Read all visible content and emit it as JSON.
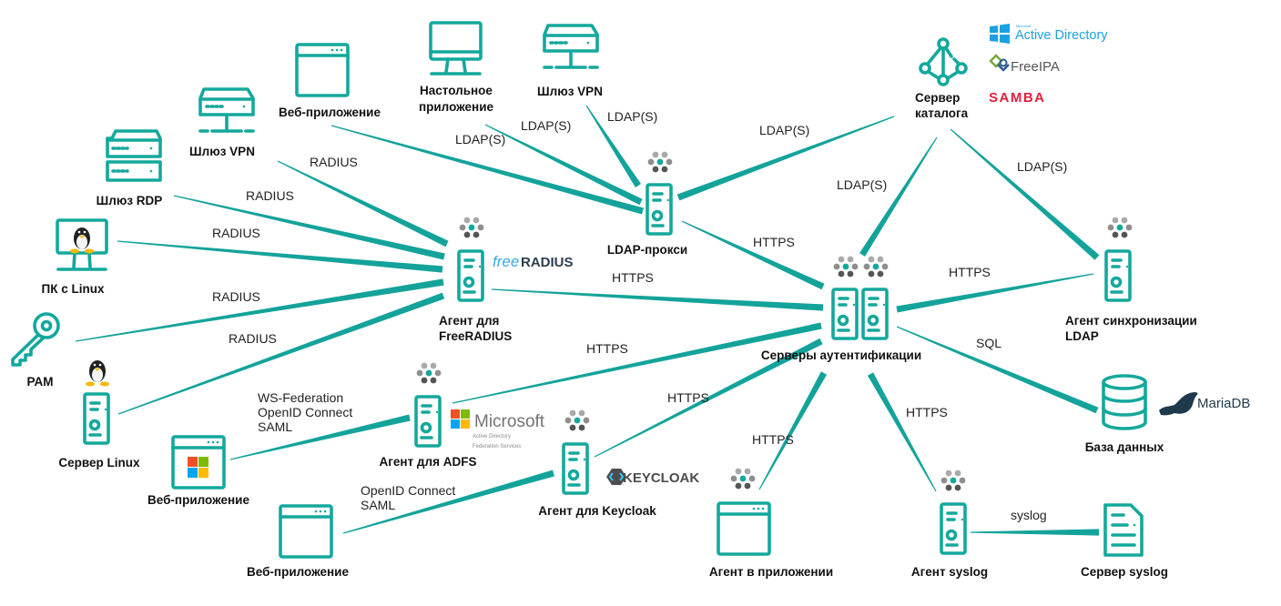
{
  "title": "Схема интеграции сервера аутентификации",
  "colors": {
    "accent": "#14a89c",
    "edge": "#14a39a",
    "label": "#111111",
    "dot_light": "#a7a7a7",
    "dot_dark": "#5c5c5c",
    "ad_blue": "#1ba1e2",
    "samba_red": "#e0203c",
    "freeradius_blue": "#3aa9e0",
    "freeradius_dark": "#2b3e50"
  },
  "nodes": {
    "web_app_top": {
      "label": [
        "Веб-приложение"
      ],
      "icon": "browser-window-icon"
    },
    "desktop_app": {
      "label": [
        "Настольное",
        "приложение"
      ],
      "icon": "monitor-icon"
    },
    "vpn_top": {
      "label": [
        "Шлюз VPN"
      ],
      "icon": "network-gateway-icon"
    },
    "vpn_left": {
      "label": [
        "Шлюз VPN"
      ],
      "icon": "network-gateway-icon"
    },
    "rdp": {
      "label": [
        "Шлюз RDP"
      ],
      "icon": "server-rack-icon"
    },
    "linux_pc": {
      "label": [
        "ПК с Linux"
      ],
      "icon": "monitor-linux-icon"
    },
    "pam": {
      "label": [
        "PAM"
      ],
      "icon": "key-icon"
    },
    "linux_server": {
      "label": [
        "Сервер Linux"
      ],
      "icon": "server-tower-icon"
    },
    "web_app_ms": {
      "label": [
        "Веб-приложение"
      ],
      "icon": "browser-windows-icon"
    },
    "web_app_bottom": {
      "label": [
        "Веб-приложение"
      ],
      "icon": "browser-window-icon"
    },
    "freeradius_agent": {
      "label": [
        "Агент для",
        "FreeRADIUS"
      ],
      "icon": "server-tower-icon",
      "logo": "freeRADIUS"
    },
    "ldap_proxy": {
      "label": [
        "LDAP-прокси"
      ],
      "icon": "server-tower-icon"
    },
    "adfs_agent": {
      "label": [
        "Агент для ADFS"
      ],
      "icon": "server-tower-icon",
      "logo": {
        "name": "Microsoft",
        "sub": [
          "Active Directory",
          "Federation Services"
        ]
      }
    },
    "keycloak_agent": {
      "label": [
        "Агент для Keycloak"
      ],
      "icon": "server-tower-icon",
      "logo": "KEYCLOAK"
    },
    "auth_servers": {
      "label": [
        "Серверы аутентификации"
      ],
      "icon": "server-pair-icon"
    },
    "directory": {
      "label": [
        "Сервер",
        "каталога"
      ],
      "icon": "directory-tree-icon",
      "logos": [
        "Active Directory",
        "FreeIPA",
        "SAMBA"
      ],
      "ad_small": "Microsoft"
    },
    "ldap_sync": {
      "label": [
        "Агент синхронизации",
        "LDAP"
      ],
      "icon": "server-tower-icon"
    },
    "database": {
      "label": [
        "База данных"
      ],
      "icon": "database-icon",
      "logo": "MariaDB"
    },
    "app_agent": {
      "label": [
        "Агент в приложении"
      ],
      "icon": "browser-window-icon"
    },
    "syslog_agent": {
      "label": [
        "Агент syslog"
      ],
      "icon": "server-tower-icon"
    },
    "syslog_server": {
      "label": [
        "Сервер syslog"
      ],
      "icon": "document-icon"
    }
  },
  "edges": [
    {
      "from": "web_app_top",
      "to": "ldap_proxy",
      "label": [
        "LDAP(S)"
      ]
    },
    {
      "from": "desktop_app",
      "to": "ldap_proxy",
      "label": [
        "LDAP(S)"
      ]
    },
    {
      "from": "vpn_top",
      "to": "ldap_proxy",
      "label": [
        "LDAP(S)"
      ]
    },
    {
      "from": "ldap_proxy",
      "to": "directory",
      "label": [
        "LDAP(S)"
      ]
    },
    {
      "from": "ldap_proxy",
      "to": "auth_servers",
      "label": [
        "HTTPS"
      ]
    },
    {
      "from": "vpn_left",
      "to": "freeradius_agent",
      "label": [
        "RADIUS"
      ]
    },
    {
      "from": "rdp",
      "to": "freeradius_agent",
      "label": [
        "RADIUS"
      ]
    },
    {
      "from": "linux_pc",
      "to": "freeradius_agent",
      "label": [
        "RADIUS"
      ]
    },
    {
      "from": "pam",
      "to": "freeradius_agent",
      "label": [
        "RADIUS"
      ]
    },
    {
      "from": "linux_server",
      "to": "freeradius_agent",
      "label": [
        "RADIUS"
      ]
    },
    {
      "from": "freeradius_agent",
      "to": "auth_servers",
      "label": [
        "HTTPS"
      ]
    },
    {
      "from": "directory",
      "to": "auth_servers",
      "label": [
        "LDAP(S)"
      ]
    },
    {
      "from": "directory",
      "to": "ldap_sync",
      "label": [
        "LDAP(S)"
      ]
    },
    {
      "from": "ldap_sync",
      "to": "auth_servers",
      "label": [
        "HTTPS"
      ]
    },
    {
      "from": "auth_servers",
      "to": "database",
      "label": [
        "SQL"
      ]
    },
    {
      "from": "web_app_ms",
      "to": "adfs_agent",
      "label": [
        "WS-Federation",
        "OpenID Connect",
        "SAML"
      ]
    },
    {
      "from": "adfs_agent",
      "to": "auth_servers",
      "label": [
        "HTTPS"
      ]
    },
    {
      "from": "web_app_bottom",
      "to": "keycloak_agent",
      "label": [
        "OpenID Connect",
        "SAML"
      ]
    },
    {
      "from": "keycloak_agent",
      "to": "auth_servers",
      "label": [
        "HTTPS"
      ]
    },
    {
      "from": "app_agent",
      "to": "auth_servers",
      "label": [
        "HTTPS"
      ]
    },
    {
      "from": "syslog_agent",
      "to": "auth_servers",
      "label": [
        "HTTPS"
      ]
    },
    {
      "from": "syslog_agent",
      "to": "syslog_server",
      "label": [
        "syslog"
      ]
    }
  ]
}
